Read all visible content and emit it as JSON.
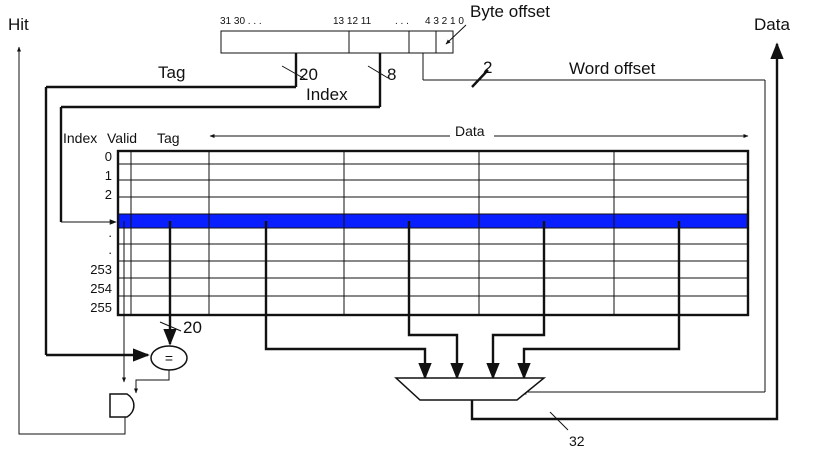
{
  "labels": {
    "hit": "Hit",
    "data_out": "Data",
    "byte_offset": "Byte offset",
    "tag": "Tag",
    "index": "Index",
    "word_offset": "Word offset",
    "tag_width": "20",
    "index_width": "8",
    "word_offset_width": "2",
    "compare_tag_width": "20",
    "mux_output_width": "32",
    "comparator_symbol": "="
  },
  "address_bits": {
    "upper": "31 30  . . .",
    "middle": "13 12  11",
    "dots": ". . .",
    "lower": "4  3  2  1  0"
  },
  "table": {
    "headers": {
      "index": "Index",
      "valid": "Valid",
      "tag": "Tag",
      "data": "Data"
    },
    "row_indexes": [
      "0",
      "1",
      "2",
      "",
      ".",
      ".",
      "253",
      "254",
      "255"
    ],
    "highlight_color": "#0a1fff"
  },
  "colors": {
    "line": "#111111",
    "highlight": "#0a1fff"
  }
}
